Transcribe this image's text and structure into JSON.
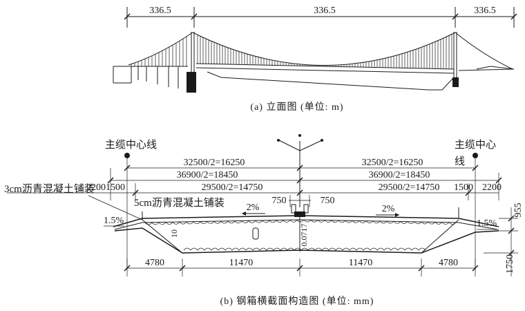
{
  "elevation": {
    "spans": [
      "336.5",
      "336.5",
      "336.5"
    ],
    "caption": "(a) 立面图 (单位: m)"
  },
  "section": {
    "cable_center_left": "主缆中心线",
    "cable_center_right": [
      "主缆中心",
      "线"
    ],
    "dims_top": {
      "half_32500_left": "32500/2=16250",
      "half_32500_right": "32500/2=16250",
      "half_36900_left": "36900/2=18450",
      "half_36900_right": "36900/2=18450",
      "left_2200_1500": "22001500",
      "half_29500_left": "29500/2=14750",
      "half_29500_right": "29500/2=14750",
      "right_1500": "1500",
      "right_2200": "2200"
    },
    "paving_3cm": "3cm沥青混凝土铺装",
    "paving_5cm": "5cm沥青混凝土铺装",
    "median_left": "750",
    "median_right": "750",
    "slope_left_deck": "2%",
    "slope_right_deck": "2%",
    "slope_left_edge": "1.5%",
    "slope_right_edge": "1.5%",
    "center_mark": "0.0717",
    "web_mark": "10",
    "dims_bottom": [
      "4780",
      "11470",
      "11470",
      "4780"
    ],
    "height_955": "955",
    "height_1750": "1750",
    "caption": "(b) 钢箱横截面构造图 (单位: mm)"
  }
}
